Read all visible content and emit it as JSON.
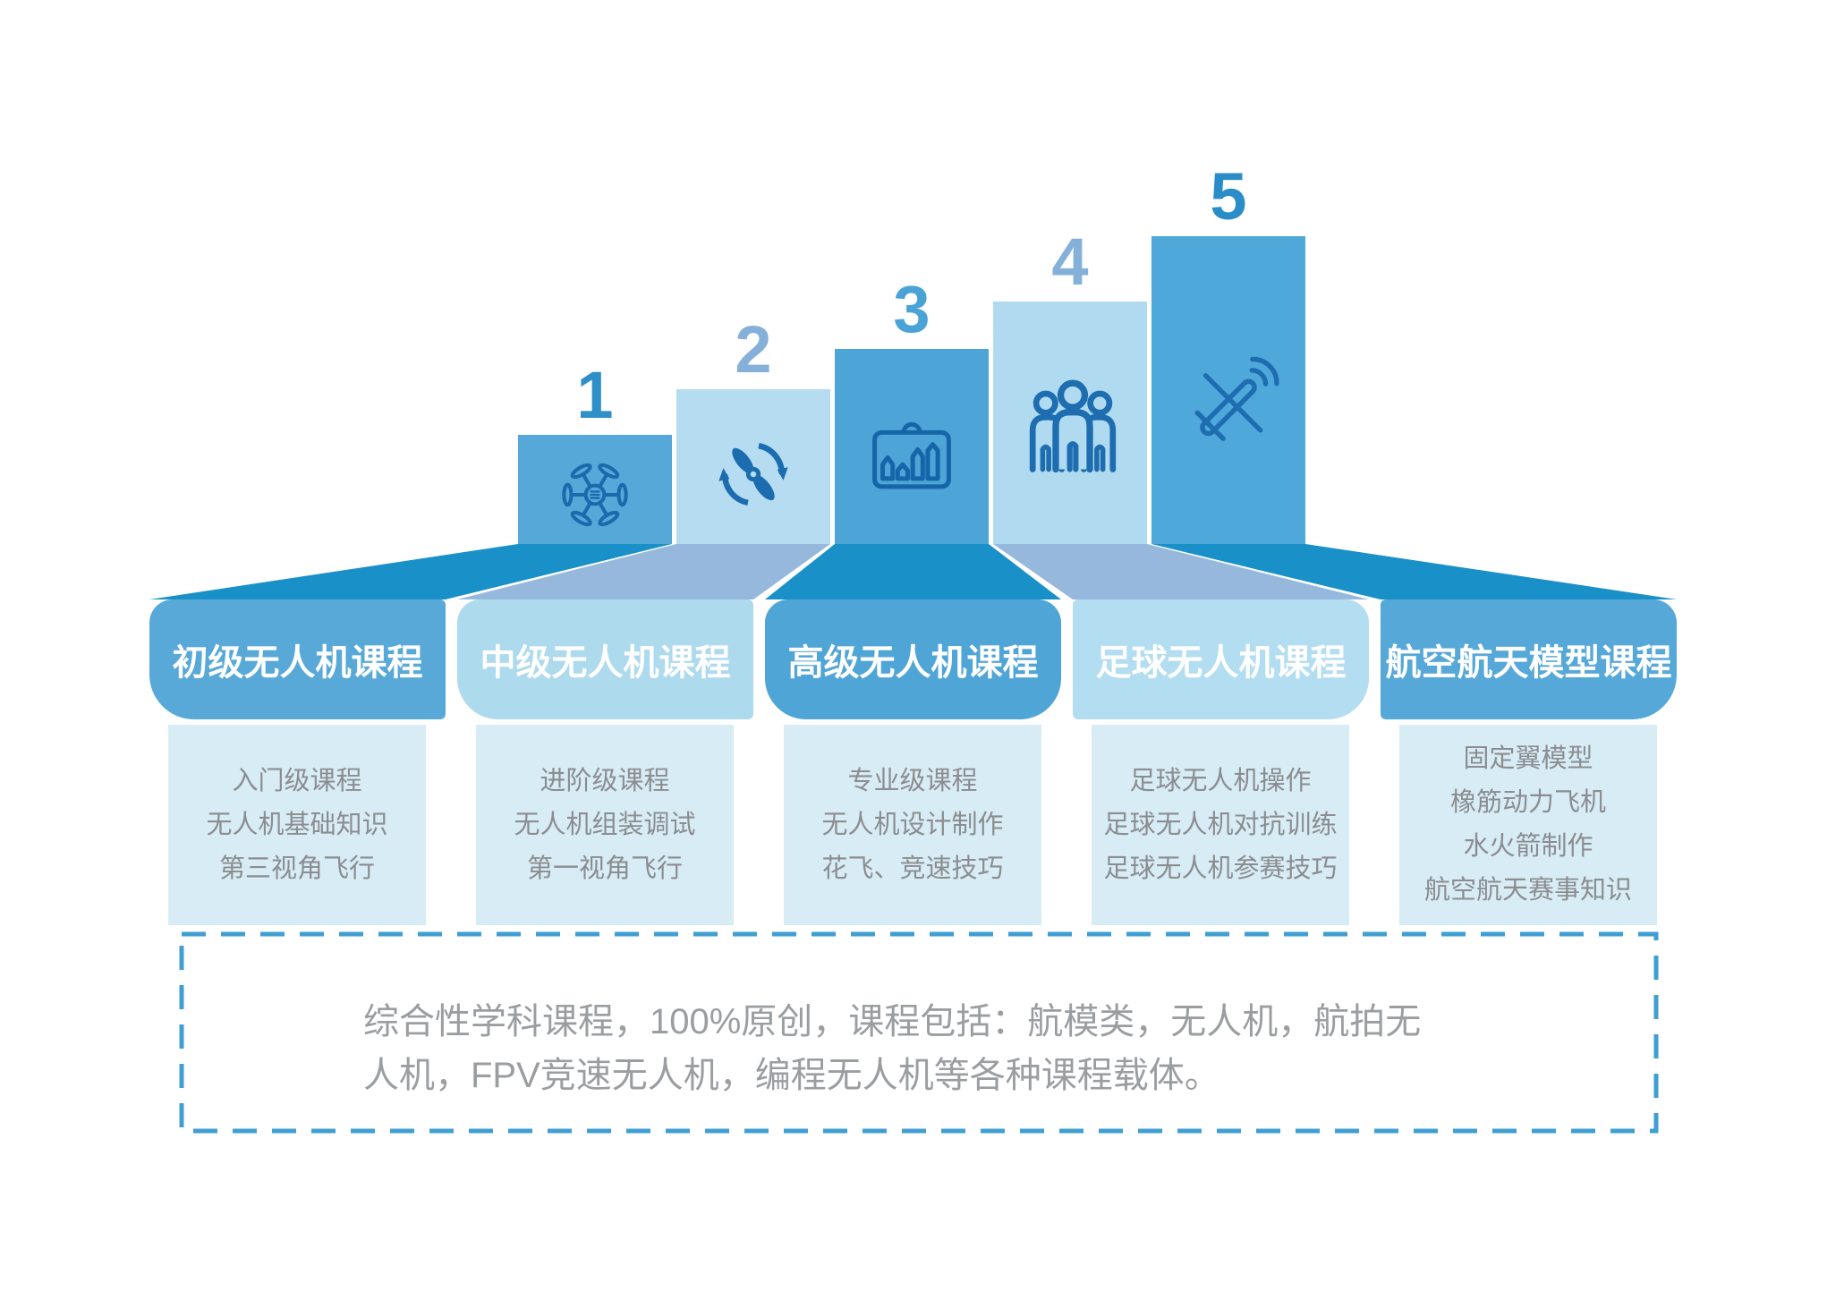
{
  "diagram": {
    "columns": [
      {
        "step_number": "1",
        "icon": "hexacopter-drone-icon",
        "banner": "初级无人机课程",
        "details": [
          "入门级课程",
          "无人机基础知识",
          "第三视角飞行"
        ]
      },
      {
        "step_number": "2",
        "icon": "propeller-rotation-icon",
        "banner": "中级无人机课程",
        "details": [
          "进阶级课程",
          "无人机组装调试",
          "第一视角飞行"
        ]
      },
      {
        "step_number": "3",
        "icon": "briefcase-chart-icon",
        "banner": "高级无人机课程",
        "details": [
          "专业级课程",
          "无人机设计制作",
          "花飞、竞速技巧"
        ]
      },
      {
        "step_number": "4",
        "icon": "team-icon",
        "banner": "足球无人机课程",
        "details": [
          "足球无人机操作",
          "足球无人机对抗训练",
          "足球无人机参赛技巧"
        ]
      },
      {
        "step_number": "5",
        "icon": "uav-signal-icon",
        "banner": "航空航天模型课程",
        "details": [
          "固定翼模型",
          "橡筋动力飞机",
          "水火箭制作",
          "航空航天赛事知识"
        ]
      }
    ],
    "note": {
      "line1": "综合性学科课程，100%原创，课程包括：航模类，无人机，航拍无",
      "line2": "人机，FPV竞速无人机，编程无人机等各种课程载体。"
    },
    "colors": {
      "step_block_dark": "#4da4d6",
      "step_block_light": "#b5dcf0",
      "banner_dark": "#55a8d8",
      "banner_light": "#aedaee",
      "funnel_dark": "#1a90c8",
      "funnel_light": "#95b8dc",
      "detail_box_bg": "#d7ecf5",
      "detail_text": "#8b8d90",
      "number_dark": "#2e8fc9",
      "number_light": "#85b0d9",
      "icon_blue": "#1a6aad",
      "dashed_border": "#3f9fd2",
      "note_text": "#9b9ea1"
    }
  }
}
